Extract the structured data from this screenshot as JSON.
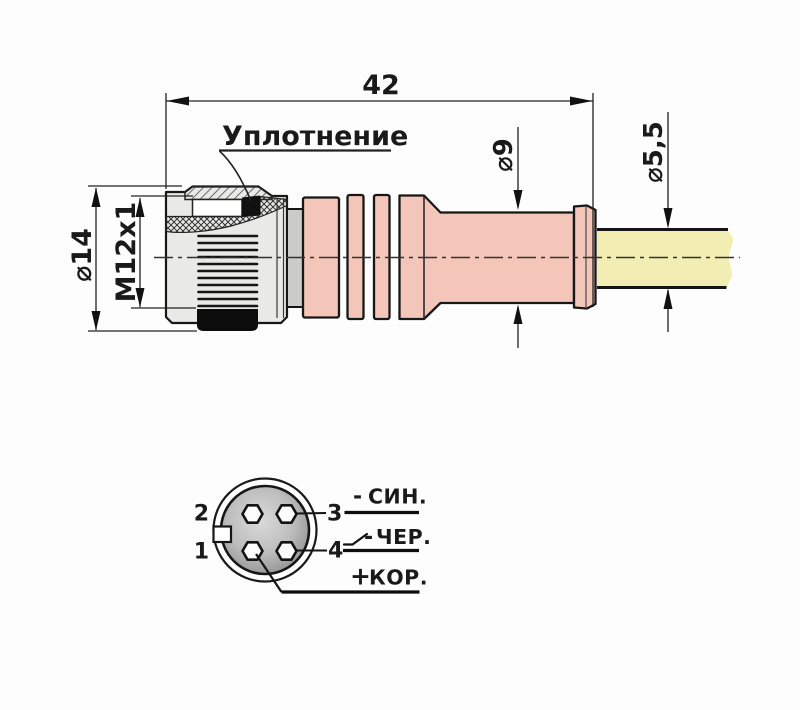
{
  "dimensions": {
    "overall_length": "42",
    "nut_diameter": "⌀14",
    "thread": "M12x1",
    "boot_diameter": "⌀9",
    "cable_diameter": "⌀5,5"
  },
  "labels": {
    "seal_callout": "Уплотнение"
  },
  "pinout": {
    "pin1": "1",
    "pin2": "2",
    "pin3": "3",
    "pin4": "4",
    "wires": {
      "blue": {
        "prefix": "-",
        "name": "СИН."
      },
      "black": {
        "prefix": "-",
        "name": "ЧЕР."
      },
      "brown": {
        "prefix": "+",
        "name": "КОР."
      }
    }
  },
  "colors": {
    "line": "#1a1a1a",
    "metal": "#e9e9e7",
    "collar": "#cbcbc9",
    "boot": "#f4c6b9",
    "cable": "#f2eeb3",
    "seal": "#111111"
  }
}
